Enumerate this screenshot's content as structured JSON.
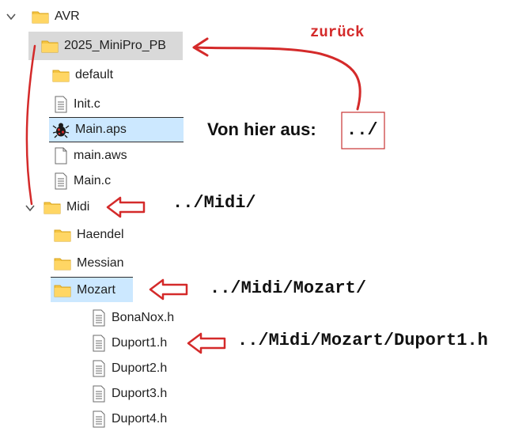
{
  "tree": {
    "root": {
      "label": "AVR",
      "icon": "folder-icon",
      "expanded": true
    },
    "project": {
      "label": "2025_MiniPro_PB",
      "icon": "folder-icon",
      "selected": true
    },
    "project_children": [
      {
        "label": "default",
        "icon": "folder-icon"
      },
      {
        "label": "Init.c",
        "icon": "text-file-icon"
      },
      {
        "label": "Main.aps",
        "icon": "bug-app-icon",
        "highlighted": true
      },
      {
        "label": "main.aws",
        "icon": "blank-file-icon"
      },
      {
        "label": "Main.c",
        "icon": "text-file-icon"
      }
    ],
    "midi": {
      "label": "Midi",
      "icon": "folder-icon",
      "expanded": true
    },
    "midi_children": [
      {
        "label": "Haendel",
        "icon": "folder-icon"
      },
      {
        "label": "Messian",
        "icon": "folder-icon"
      },
      {
        "label": "Mozart",
        "icon": "folder-icon",
        "highlighted": true
      }
    ],
    "mozart_children": [
      {
        "label": "BonaNox.h",
        "icon": "text-file-icon"
      },
      {
        "label": "Duport1.h",
        "icon": "text-file-icon"
      },
      {
        "label": "Duport2.h",
        "icon": "text-file-icon"
      },
      {
        "label": "Duport3.h",
        "icon": "text-file-icon"
      },
      {
        "label": "Duport4.h",
        "icon": "text-file-icon"
      }
    ]
  },
  "annotations": {
    "back_label": "zurück",
    "from_here_label": "Von hier aus:",
    "relative_root": "../",
    "path_midi": "../Midi/",
    "path_mozart": "../Midi/Mozart/",
    "path_duport1": "../Midi/Mozart/Duport1.h"
  },
  "colors": {
    "annotation_red": "#d42a2a",
    "folder_yellow": "#f5c542",
    "selection_gray": "#d9d9d9",
    "selection_blue": "#cce8ff"
  }
}
